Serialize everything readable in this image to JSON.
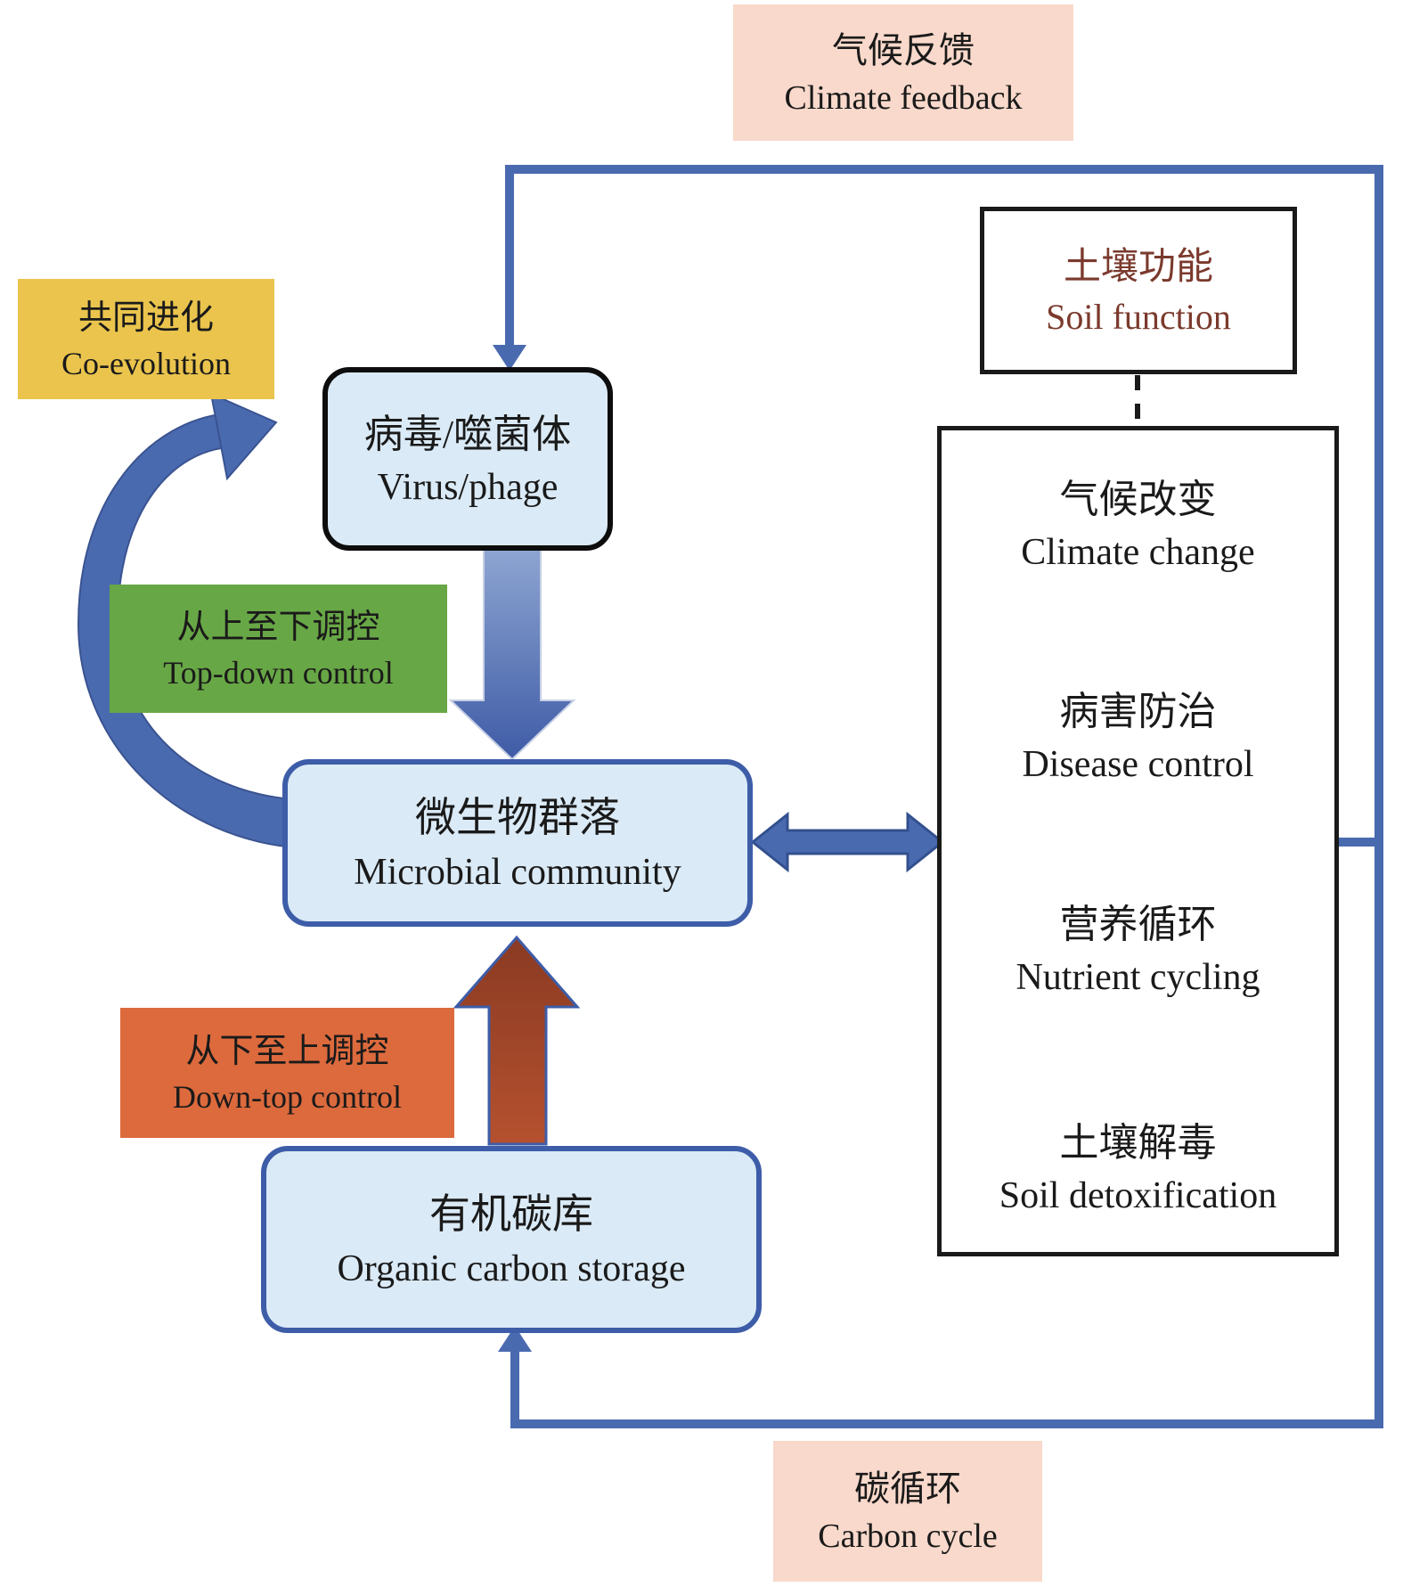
{
  "labels": {
    "climate_feedback": {
      "zh": "气候反馈",
      "en": "Climate feedback"
    },
    "co_evolution": {
      "zh": "共同进化",
      "en": "Co-evolution"
    },
    "virus_phage": {
      "zh": "病毒/噬菌体",
      "en": "Virus/phage"
    },
    "top_down_control": {
      "zh": "从上至下调控",
      "en": "Top-down control"
    },
    "microbial_community": {
      "zh": "微生物群落",
      "en": "Microbial community"
    },
    "down_top_control": {
      "zh": "从下至上调控",
      "en": "Down-top control"
    },
    "organic_carbon_storage": {
      "zh": "有机碳库",
      "en": "Organic carbon storage"
    },
    "soil_function": {
      "zh": "土壤功能",
      "en": "Soil function"
    },
    "carbon_cycle": {
      "zh": "碳循环",
      "en": "Carbon cycle"
    }
  },
  "soil_functions": [
    {
      "zh": "气候改变",
      "en": "Climate change"
    },
    {
      "zh": "病害防治",
      "en": "Disease control"
    },
    {
      "zh": "营养循环",
      "en": "Nutrient cycling"
    },
    {
      "zh": "土壤解毒",
      "en": "Soil detoxification"
    }
  ],
  "arrows": [
    {
      "name": "climate-feedback-loop-arrow",
      "color": "#4a6ab0"
    },
    {
      "name": "co-evolution-cycle-arrow",
      "color": "#4a6ab0"
    },
    {
      "name": "top-down-big-arrow",
      "color_top": "#8ea6d2",
      "color_bottom": "#3f5ba6"
    },
    {
      "name": "down-top-big-arrow",
      "color_top": "#8a3a23",
      "color_bottom": "#b5512f"
    },
    {
      "name": "microbe-soil-double-arrow",
      "color": "#4a6ab0"
    },
    {
      "name": "carbon-cycle-loop-arrow",
      "color": "#4a6ab0"
    },
    {
      "name": "soil-function-dashed-link",
      "color": "#1a1a1a"
    }
  ],
  "colors": {
    "pink": "#f9d9cb",
    "yellow": "#eac44d",
    "green": "#68a746",
    "orange": "#dc6a3d",
    "node_fill": "#daeaf6",
    "node_border_blue": "#3d5da8",
    "arrow_blue": "#4a6ab0",
    "arrow_blue_edge": "#33508e",
    "arrow_red": "#a84628",
    "soil_function_text": "#7b3a2d"
  }
}
